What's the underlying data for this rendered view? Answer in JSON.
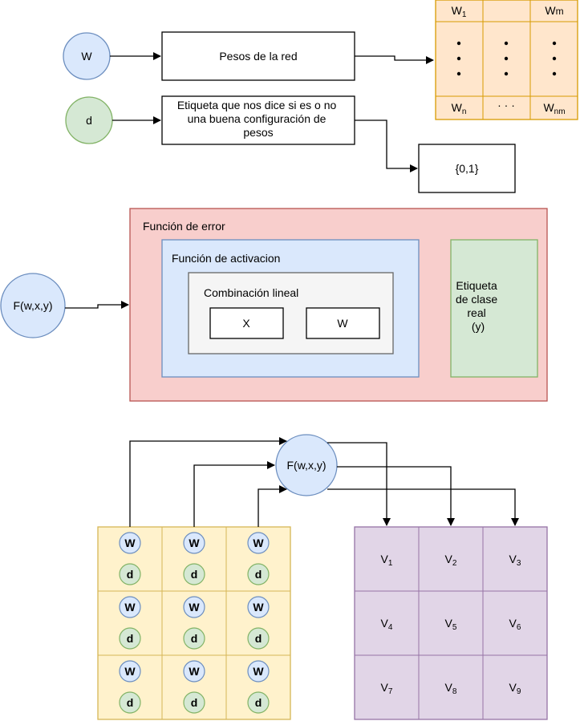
{
  "colors": {
    "blue_fill": "#dae8fc",
    "blue_stroke": "#6c8ebf",
    "green_fill": "#d5e8d4",
    "green_stroke": "#82b366",
    "red_fill": "#f8cecc",
    "red_stroke": "#b85450",
    "orange_fill": "#ffe6cc",
    "orange_stroke": "#d79b00",
    "yellow_fill": "#fff2cc",
    "yellow_stroke": "#d6b656",
    "purple_fill": "#e1d5e7",
    "purple_stroke": "#9673a6",
    "gray_fill": "#f5f5f5",
    "gray_stroke": "#666666"
  },
  "top": {
    "w_circle": "W",
    "weights_label": "Pesos de la red",
    "d_circle": "d",
    "label_lines": [
      "Etiqueta que nos dice si es o no",
      "una buena configuración de",
      "pesos"
    ],
    "binary_set": "{0,1}"
  },
  "matrix": {
    "cells": [
      {
        "base": "W",
        "sub": "1"
      },
      {
        "base": "W",
        "sub": "m"
      },
      {
        "base": "W",
        "sub": "n"
      },
      {
        "base": "W",
        "sub": "nm"
      }
    ],
    "dots": "· · ·"
  },
  "middle": {
    "func_circle": "F(w,x,y)",
    "error_title": "Función de error",
    "activation_title": "Función de activacion",
    "linear_title": "Combinación lineal",
    "x_box": "X",
    "w_box": "W",
    "real_label_lines": [
      "Etiqueta",
      "de clase",
      "real",
      "(y)"
    ]
  },
  "bottom": {
    "func_circle": "F(w,x,y)",
    "w_letter": "W",
    "d_letter": "d",
    "v_cells": [
      {
        "base": "V",
        "sub": "1"
      },
      {
        "base": "V",
        "sub": "2"
      },
      {
        "base": "V",
        "sub": "3"
      },
      {
        "base": "V",
        "sub": "4"
      },
      {
        "base": "V",
        "sub": "5"
      },
      {
        "base": "V",
        "sub": "6"
      },
      {
        "base": "V",
        "sub": "7"
      },
      {
        "base": "V",
        "sub": "8"
      },
      {
        "base": "V",
        "sub": "9"
      }
    ]
  }
}
